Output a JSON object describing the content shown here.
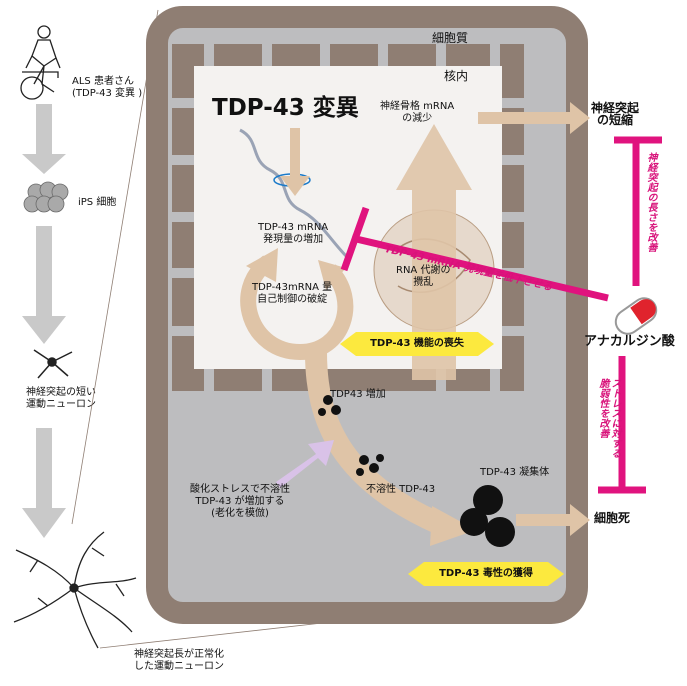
{
  "labels": {
    "cytoplasm": "細胞質",
    "nucleus": "核内",
    "patient": "ALS 患者さん\n(TDP-43 変異 )",
    "ips": "iPS 細胞",
    "short_neuron": "神経突起の短い\n運動ニューロン",
    "normal_neuron": "神経突起長が正常化\nした運動ニューロン",
    "tdp43_mutation": "TDP-43 変異",
    "nf_mrna": "神経骨格 mRNA\nの減少",
    "mrna_increase": "TDP-43 mRNA\n発現量の増加",
    "autoreg": "TDP-43mRNA 量\n自己制御の破綻",
    "rna_metab": "RNA 代謝の\n攪乱",
    "loss_of_function": "TDP-43 機能の喪失",
    "tdp43_increase": "TDP43 増加",
    "insoluble": "不溶性 TDP-43",
    "oxidative": "酸化ストレスで不溶性\nTDP-43 が増加する\n(老化を模倣)",
    "aggregate": "TDP-43 凝集体",
    "gain_toxicity": "TDP-43 毒性の獲得",
    "neurite_short": "神経突起\nの短縮",
    "cell_death": "細胞死",
    "drug": "アナカルジン酸",
    "drug_effect_mrna": "TDP-43 mRNA 発現量を低下させる",
    "drug_effect_neurite": "神経突起の長さを改善",
    "drug_effect_stress": "ストレスに対する\n脆弱性を改善"
  },
  "colors": {
    "cytoplasm_border": "#8f7e73",
    "cytoplasm_fill": "#bdbdbf",
    "nucleus_border": "#8f7e73",
    "nucleus_fill": "#f4f2f0",
    "arrow_tan": "#dfc4a7",
    "pipeline_arrow": "#c9c9c9",
    "drug_magenta": "#e0137e",
    "pill_yellow": "#fce93e",
    "oxidative_arrow": "#d9c2e8"
  }
}
